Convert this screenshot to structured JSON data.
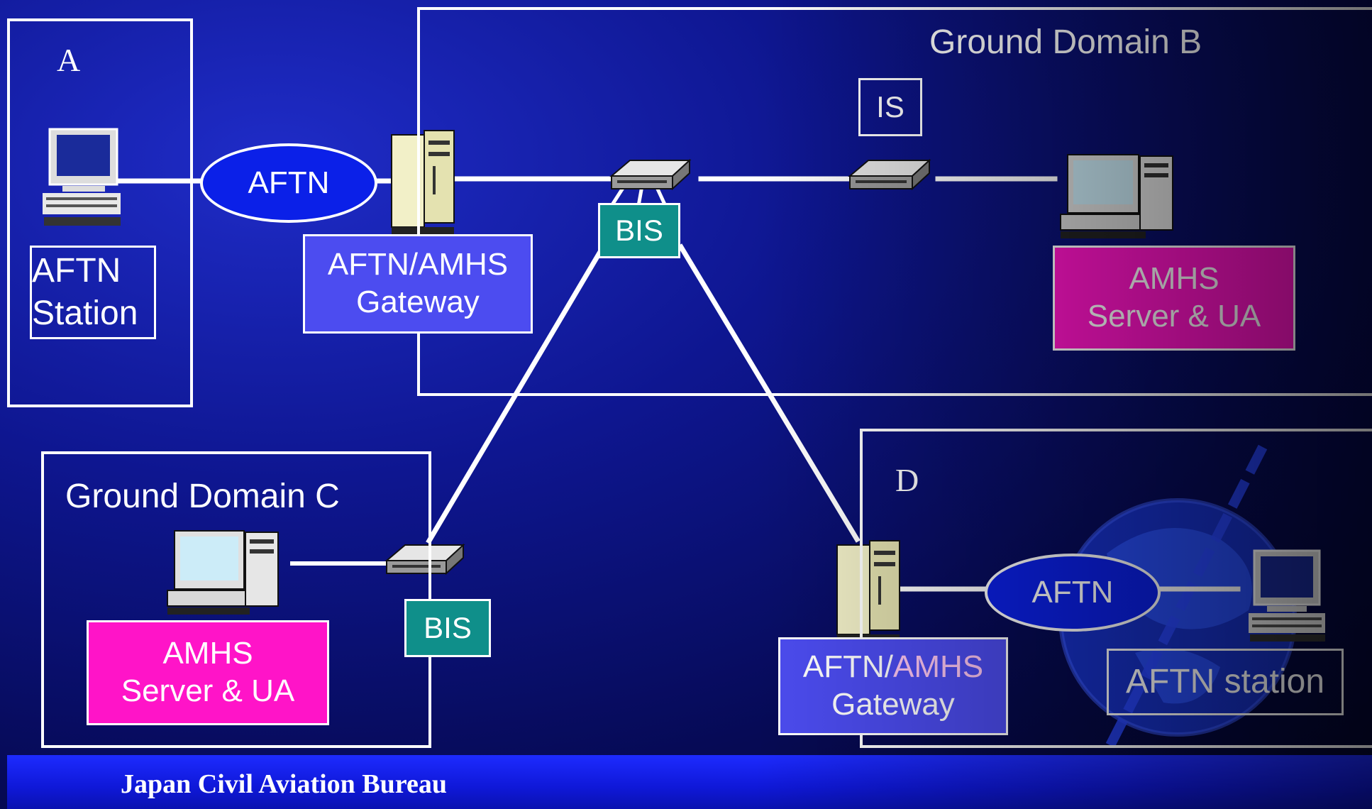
{
  "regions": {
    "a": "A",
    "b": "Ground Domain B",
    "c": "Ground Domain C",
    "d": "D"
  },
  "nodes": {
    "aftn_station_a": [
      "AFTN",
      "Station"
    ],
    "aftn_cloud_a": "AFTN",
    "gateway_b": [
      "AFTN/AMHS",
      "Gateway"
    ],
    "bis_b": "BIS",
    "is_b": "IS",
    "amhs_b": [
      "AMHS",
      "Server & UA"
    ],
    "amhs_c": [
      "AMHS",
      "Server & UA"
    ],
    "bis_c": "BIS",
    "gateway_d": [
      "AFTN/",
      "AMHS",
      "Gateway"
    ],
    "aftn_cloud_d": "AFTN",
    "aftn_station_d": "AFTN station"
  },
  "footer": "Japan Civil Aviation Bureau",
  "colors": {
    "gateway": "#4c4cf0",
    "amhs": "#ff14c8",
    "bis": "#0f8f8a",
    "aftn_cloud": "#0b20e8",
    "link": "#ffffff"
  }
}
